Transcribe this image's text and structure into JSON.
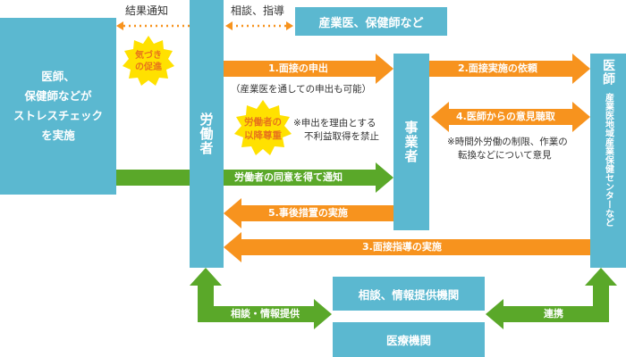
{
  "boxes": {
    "left_top": "結果通知",
    "left_main": [
      "医師、",
      "保健師などが",
      "ストレスチェック",
      "を実施"
    ],
    "worker": "労働者",
    "industrial": "産業医、保健師など",
    "employer": "事業者",
    "doctor_title": "医師",
    "doctor_sub": "産業医地域産業保健センターなど",
    "consult": "相談、情報提供機関",
    "medical": "医療機関"
  },
  "labels": {
    "result_notice": "結果通知",
    "consult_guidance": "相談、指導",
    "notice_bubble": [
      "気づき",
      "の促進"
    ],
    "respect_bubble": [
      "労働者の",
      "以降尊重"
    ],
    "step1": "1.面接の申出",
    "step1_note": "（産業医を通しての申出も可能）",
    "step2": "2.面接実施の依頼",
    "step4": "4.医師からの意見聴取",
    "step4_note": [
      "※時間外労働の制限、作業の",
      "転換などについて意見"
    ],
    "disadvantage_note": [
      "※申出を理由とする",
      "不利益取得を禁止"
    ],
    "consent": "労働者の同意を得て通知",
    "step5": "5.事後措置の実施",
    "step3": "3.面接指導の実施",
    "consult_info": "相談・情報提供",
    "cooperation": "連携"
  },
  "colors": {
    "blue": "#5bb8d0",
    "orange": "#f7931e",
    "green": "#5aa829",
    "yellow": "#ffe100"
  }
}
